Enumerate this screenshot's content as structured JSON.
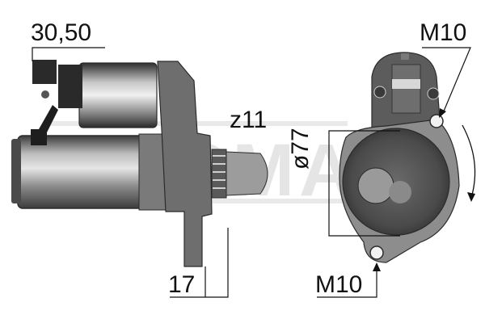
{
  "diagram": {
    "subject": "starter motor",
    "watermark": "MESMA",
    "side_view": {
      "terminal_label": "30,50",
      "teeth_label": "z11",
      "flange_offset_label": "17"
    },
    "front_view": {
      "top_bolt_label": "M10",
      "bottom_bolt_label": "M10",
      "diameter_label": "ø77",
      "rotation": "clockwise"
    }
  },
  "colors": {
    "background": "#ffffff",
    "line": "#111111",
    "body_dark": "#4a4a4a",
    "body_mid": "#7a7a7a",
    "body_light": "#b5b5b5",
    "watermark": "#d8d8d8"
  }
}
